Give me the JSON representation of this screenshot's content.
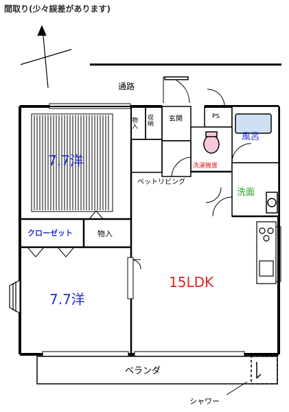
{
  "title": "間取り(少々誤差があります)",
  "labels": {
    "corridor": "通路",
    "room_top": "7.7洋",
    "room_bottom": "7.7洋",
    "closet": "クローゼット",
    "storage_right": "物入",
    "storage_top_a": "物入",
    "storage_top_b": "収納",
    "genkan": "玄関",
    "ps": "PS",
    "bath": "風呂",
    "washroom": "洗面",
    "laundry": "洗濯機置",
    "pet_living": "ペットリビング",
    "ldk": "15LDK",
    "veranda": "ベランダ",
    "shower": "シャワー"
  },
  "colors": {
    "title": "#2b2b2b",
    "room_text": "#1e2fd0",
    "ldk_text": "#e02020",
    "bath_text": "#1e2fd0",
    "washroom_text": "#1aa01a",
    "laundry_text": "#e02020",
    "bath_fill": "#cfe0f5",
    "toilet_fill": "#f5c8dc"
  }
}
